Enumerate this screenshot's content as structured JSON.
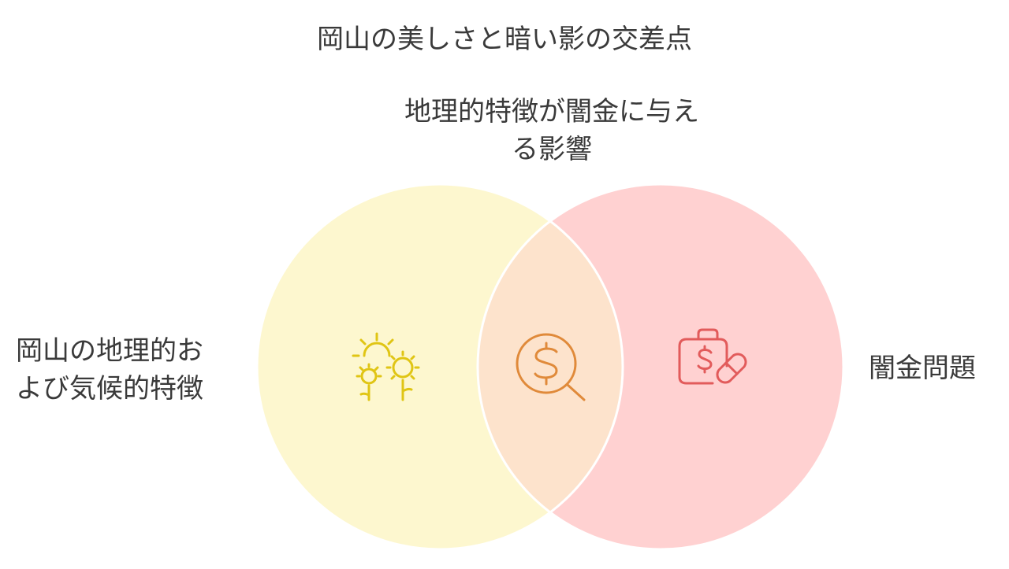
{
  "title": "岡山の美しさと暗い影の交差点",
  "intersection": {
    "label_line1": "地理的特徴が闇金に与え",
    "label_line2": "る影響",
    "icon": "magnifier-dollar-icon"
  },
  "left_set": {
    "label_line1": "岡山の地理的お",
    "label_line2": "よび気候的特徴",
    "icon": "sun-flowers-icon"
  },
  "right_set": {
    "label": "闇金問題",
    "icon": "money-bag-pill-icon"
  },
  "colors": {
    "left_fill": "#fdf7cf",
    "right_fill": "#ffd1d1",
    "overlap_fill": "#fde3cc",
    "left_icon": "#e0c514",
    "center_icon": "#e08a3a",
    "right_icon": "#e25b5b",
    "text": "#3a3a3a"
  }
}
